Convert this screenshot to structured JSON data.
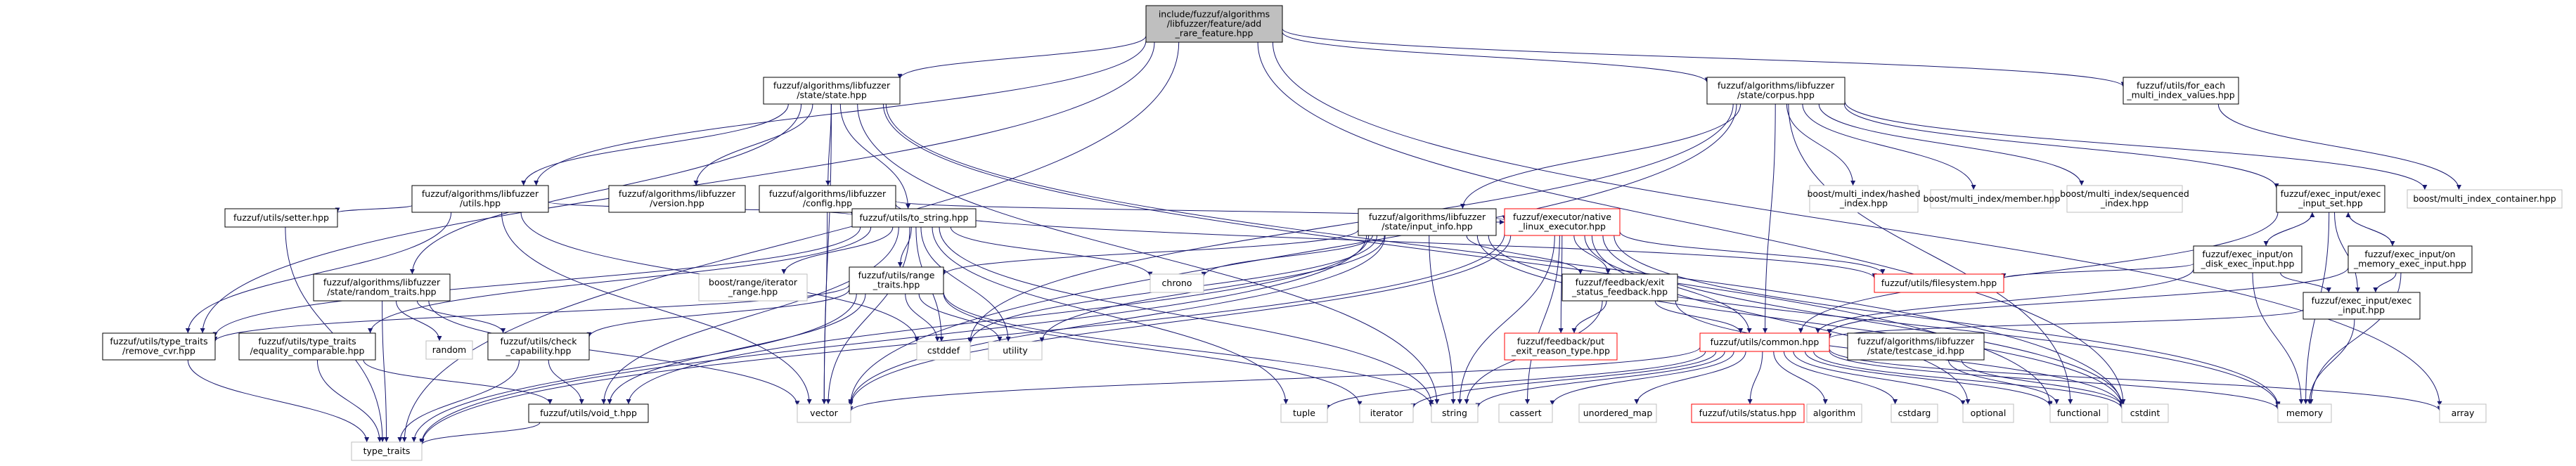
{
  "colors": {
    "edge": "#191970",
    "node_border": "#000000",
    "node_fill": "#ffffff",
    "root_fill": "#bfbfbf",
    "external_border": "#bfbfbf",
    "external_text": "#555555",
    "missing_border": "#ff0000"
  },
  "nodes": [
    {
      "id": "root",
      "lines": [
        "include/fuzzuf/algorithms",
        "/libfuzzer/feature/add",
        "_rare_feature.hpp"
      ],
      "kind": "root"
    },
    {
      "id": "state",
      "lines": [
        "fuzzuf/algorithms/libfuzzer",
        "/state/state.hpp"
      ],
      "kind": "normal"
    },
    {
      "id": "corpus",
      "lines": [
        "fuzzuf/algorithms/libfuzzer",
        "/state/corpus.hpp"
      ],
      "kind": "normal"
    },
    {
      "id": "foreach",
      "lines": [
        "fuzzuf/utils/for_each",
        "_multi_index_values.hpp"
      ],
      "kind": "normal"
    },
    {
      "id": "utils",
      "lines": [
        "fuzzuf/algorithms/libfuzzer",
        "/utils.hpp"
      ],
      "kind": "normal"
    },
    {
      "id": "version",
      "lines": [
        "fuzzuf/algorithms/libfuzzer",
        "/version.hpp"
      ],
      "kind": "normal"
    },
    {
      "id": "config",
      "lines": [
        "fuzzuf/algorithms/libfuzzer",
        "/config.hpp"
      ],
      "kind": "normal"
    },
    {
      "id": "bmi_hashed",
      "lines": [
        "boost/multi_index/hashed",
        "_index.hpp"
      ],
      "kind": "external"
    },
    {
      "id": "bmi_member",
      "lines": [
        "boost/multi_index/member.hpp"
      ],
      "kind": "external"
    },
    {
      "id": "bmi_seq",
      "lines": [
        "boost/multi_index/sequenced",
        "_index.hpp"
      ],
      "kind": "external"
    },
    {
      "id": "exec_set",
      "lines": [
        "fuzzuf/exec_input/exec",
        "_input_set.hpp"
      ],
      "kind": "normal"
    },
    {
      "id": "bmi_container",
      "lines": [
        "boost/multi_index_container.hpp"
      ],
      "kind": "external"
    },
    {
      "id": "setter",
      "lines": [
        "fuzzuf/utils/setter.hpp"
      ],
      "kind": "normal"
    },
    {
      "id": "to_string",
      "lines": [
        "fuzzuf/utils/to_string.hpp"
      ],
      "kind": "normal"
    },
    {
      "id": "input_info",
      "lines": [
        "fuzzuf/algorithms/libfuzzer",
        "/state/input_info.hpp"
      ],
      "kind": "normal"
    },
    {
      "id": "native",
      "lines": [
        "fuzzuf/executor/native",
        "_linux_executor.hpp"
      ],
      "kind": "missing"
    },
    {
      "id": "on_disk",
      "lines": [
        "fuzzuf/exec_input/on",
        "_disk_exec_input.hpp"
      ],
      "kind": "normal"
    },
    {
      "id": "on_memory",
      "lines": [
        "fuzzuf/exec_input/on",
        "_memory_exec_input.hpp"
      ],
      "kind": "normal"
    },
    {
      "id": "random_traits",
      "lines": [
        "fuzzuf/algorithms/libfuzzer",
        "/state/random_traits.hpp"
      ],
      "kind": "normal"
    },
    {
      "id": "boost_range",
      "lines": [
        "boost/range/iterator",
        "_range.hpp"
      ],
      "kind": "external"
    },
    {
      "id": "range_traits",
      "lines": [
        "fuzzuf/utils/range",
        "_traits.hpp"
      ],
      "kind": "normal"
    },
    {
      "id": "chrono",
      "lines": [
        "chrono"
      ],
      "kind": "external"
    },
    {
      "id": "exit_status",
      "lines": [
        "fuzzuf/feedback/exit",
        "_status_feedback.hpp"
      ],
      "kind": "normal"
    },
    {
      "id": "filesystem",
      "lines": [
        "fuzzuf/utils/filesystem.hpp"
      ],
      "kind": "missing"
    },
    {
      "id": "exec_input",
      "lines": [
        "fuzzuf/exec_input/exec",
        "_input.hpp"
      ],
      "kind": "normal"
    },
    {
      "id": "remove_cvr",
      "lines": [
        "fuzzuf/utils/type_traits",
        "/remove_cvr.hpp"
      ],
      "kind": "normal"
    },
    {
      "id": "eq_comp",
      "lines": [
        "fuzzuf/utils/type_traits",
        "/equality_comparable.hpp"
      ],
      "kind": "normal"
    },
    {
      "id": "random",
      "lines": [
        "random"
      ],
      "kind": "external"
    },
    {
      "id": "check_cap",
      "lines": [
        "fuzzuf/utils/check",
        "_capability.hpp"
      ],
      "kind": "normal"
    },
    {
      "id": "cstddef",
      "lines": [
        "cstddef"
      ],
      "kind": "external"
    },
    {
      "id": "utility",
      "lines": [
        "utility"
      ],
      "kind": "external"
    },
    {
      "id": "put_exit",
      "lines": [
        "fuzzuf/feedback/put",
        "_exit_reason_type.hpp"
      ],
      "kind": "missing"
    },
    {
      "id": "common",
      "lines": [
        "fuzzuf/utils/common.hpp"
      ],
      "kind": "missing"
    },
    {
      "id": "testcase_id",
      "lines": [
        "fuzzuf/algorithms/libfuzzer",
        "/state/testcase_id.hpp"
      ],
      "kind": "normal"
    },
    {
      "id": "void_t",
      "lines": [
        "fuzzuf/utils/void_t.hpp"
      ],
      "kind": "normal"
    },
    {
      "id": "vector",
      "lines": [
        "vector"
      ],
      "kind": "external"
    },
    {
      "id": "tuple",
      "lines": [
        "tuple"
      ],
      "kind": "external"
    },
    {
      "id": "iterator",
      "lines": [
        "iterator"
      ],
      "kind": "external"
    },
    {
      "id": "string",
      "lines": [
        "string"
      ],
      "kind": "external"
    },
    {
      "id": "cassert",
      "lines": [
        "cassert"
      ],
      "kind": "external"
    },
    {
      "id": "unordered_map",
      "lines": [
        "unordered_map"
      ],
      "kind": "external"
    },
    {
      "id": "status",
      "lines": [
        "fuzzuf/utils/status.hpp"
      ],
      "kind": "missing"
    },
    {
      "id": "algorithm",
      "lines": [
        "algorithm"
      ],
      "kind": "external"
    },
    {
      "id": "cstdarg",
      "lines": [
        "cstdarg"
      ],
      "kind": "external"
    },
    {
      "id": "optional",
      "lines": [
        "optional"
      ],
      "kind": "external"
    },
    {
      "id": "functional",
      "lines": [
        "functional"
      ],
      "kind": "external"
    },
    {
      "id": "cstdint",
      "lines": [
        "cstdint"
      ],
      "kind": "external"
    },
    {
      "id": "memory",
      "lines": [
        "memory"
      ],
      "kind": "external"
    },
    {
      "id": "array",
      "lines": [
        "array"
      ],
      "kind": "external"
    },
    {
      "id": "type_traits",
      "lines": [
        "type_traits"
      ],
      "kind": "external"
    }
  ],
  "edges": [
    [
      "root",
      "state"
    ],
    [
      "root",
      "corpus"
    ],
    [
      "root",
      "foreach"
    ],
    [
      "root",
      "utils"
    ],
    [
      "root",
      "remove_cvr"
    ],
    [
      "root",
      "type_traits"
    ],
    [
      "root",
      "array"
    ],
    [
      "root",
      "cstdint"
    ],
    [
      "state",
      "utils"
    ],
    [
      "state",
      "version"
    ],
    [
      "state",
      "config"
    ],
    [
      "state",
      "random_traits"
    ],
    [
      "state",
      "to_string"
    ],
    [
      "state",
      "vector"
    ],
    [
      "state",
      "string"
    ],
    [
      "state",
      "cstdint"
    ],
    [
      "state",
      "functional"
    ],
    [
      "corpus",
      "exec_set"
    ],
    [
      "corpus",
      "input_info"
    ],
    [
      "corpus",
      "bmi_hashed"
    ],
    [
      "corpus",
      "bmi_member"
    ],
    [
      "corpus",
      "bmi_seq"
    ],
    [
      "corpus",
      "bmi_container"
    ],
    [
      "corpus",
      "common"
    ],
    [
      "corpus",
      "vector"
    ],
    [
      "corpus",
      "cstddef"
    ],
    [
      "corpus",
      "functional"
    ],
    [
      "foreach",
      "bmi_container"
    ],
    [
      "utils",
      "setter"
    ],
    [
      "utils",
      "to_string"
    ],
    [
      "utils",
      "remove_cvr"
    ],
    [
      "utils",
      "cstddef"
    ],
    [
      "utils",
      "vector"
    ],
    [
      "config",
      "native"
    ],
    [
      "config",
      "vector"
    ],
    [
      "config",
      "filesystem"
    ],
    [
      "exec_set",
      "on_disk"
    ],
    [
      "exec_set",
      "on_memory"
    ],
    [
      "exec_set",
      "exec_input"
    ],
    [
      "exec_set",
      "common"
    ],
    [
      "exec_set",
      "memory"
    ],
    [
      "setter",
      "type_traits"
    ],
    [
      "to_string",
      "range_traits"
    ],
    [
      "to_string",
      "chrono"
    ],
    [
      "to_string",
      "boost_range"
    ],
    [
      "to_string",
      "remove_cvr"
    ],
    [
      "to_string",
      "eq_comp"
    ],
    [
      "to_string",
      "void_t"
    ],
    [
      "to_string",
      "cstddef"
    ],
    [
      "to_string",
      "utility"
    ],
    [
      "to_string",
      "vector"
    ],
    [
      "to_string",
      "string"
    ],
    [
      "to_string",
      "tuple"
    ],
    [
      "input_info",
      "range_traits"
    ],
    [
      "input_info",
      "chrono"
    ],
    [
      "input_info",
      "exit_status"
    ],
    [
      "input_info",
      "native"
    ],
    [
      "input_info",
      "cstddef"
    ],
    [
      "input_info",
      "utility"
    ],
    [
      "input_info",
      "vector"
    ],
    [
      "input_info",
      "string"
    ],
    [
      "input_info",
      "cstdint"
    ],
    [
      "input_info",
      "memory"
    ],
    [
      "input_info",
      "type_traits"
    ],
    [
      "input_info",
      "void_t"
    ],
    [
      "native",
      "filesystem"
    ],
    [
      "native",
      "exit_status"
    ],
    [
      "native",
      "put_exit"
    ],
    [
      "native",
      "common"
    ],
    [
      "native",
      "cassert"
    ],
    [
      "native",
      "string"
    ],
    [
      "native",
      "vector"
    ],
    [
      "native",
      "memory"
    ],
    [
      "native",
      "cstdint"
    ],
    [
      "native",
      "optional"
    ],
    [
      "native",
      "type_traits"
    ],
    [
      "on_disk",
      "exec_set"
    ],
    [
      "on_disk",
      "exec_input"
    ],
    [
      "on_disk",
      "filesystem"
    ],
    [
      "on_disk",
      "common"
    ],
    [
      "on_disk",
      "memory"
    ],
    [
      "on_memory",
      "exec_set"
    ],
    [
      "on_memory",
      "exec_input"
    ],
    [
      "on_memory",
      "memory"
    ],
    [
      "on_memory",
      "common"
    ],
    [
      "exec_input",
      "common"
    ],
    [
      "exec_input",
      "memory"
    ],
    [
      "random_traits",
      "random"
    ],
    [
      "random_traits",
      "check_cap"
    ],
    [
      "random_traits",
      "type_traits"
    ],
    [
      "random_traits",
      "vector"
    ],
    [
      "range_traits",
      "remove_cvr"
    ],
    [
      "range_traits",
      "check_cap"
    ],
    [
      "range_traits",
      "void_t"
    ],
    [
      "range_traits",
      "cstddef"
    ],
    [
      "range_traits",
      "utility"
    ],
    [
      "range_traits",
      "iterator"
    ],
    [
      "range_traits",
      "type_traits"
    ],
    [
      "range_traits",
      "string"
    ],
    [
      "exit_status",
      "put_exit"
    ],
    [
      "exit_status",
      "common"
    ],
    [
      "exit_status",
      "cstdint"
    ],
    [
      "exit_status",
      "string"
    ],
    [
      "remove_cvr",
      "type_traits"
    ],
    [
      "eq_comp",
      "void_t"
    ],
    [
      "eq_comp",
      "type_traits"
    ],
    [
      "check_cap",
      "void_t"
    ],
    [
      "check_cap",
      "type_traits"
    ],
    [
      "common",
      "vector"
    ],
    [
      "common",
      "string"
    ],
    [
      "common",
      "cassert"
    ],
    [
      "common",
      "unordered_map"
    ],
    [
      "common",
      "status"
    ],
    [
      "common",
      "algorithm"
    ],
    [
      "common",
      "cstdarg"
    ],
    [
      "common",
      "optional"
    ],
    [
      "common",
      "functional"
    ],
    [
      "common",
      "cstdint"
    ],
    [
      "common",
      "memory"
    ],
    [
      "common",
      "array"
    ],
    [
      "common",
      "tuple"
    ],
    [
      "common",
      "iterator"
    ],
    [
      "testcase_id",
      "functional"
    ],
    [
      "testcase_id",
      "cstdint"
    ],
    [
      "void_t",
      "type_traits"
    ]
  ]
}
